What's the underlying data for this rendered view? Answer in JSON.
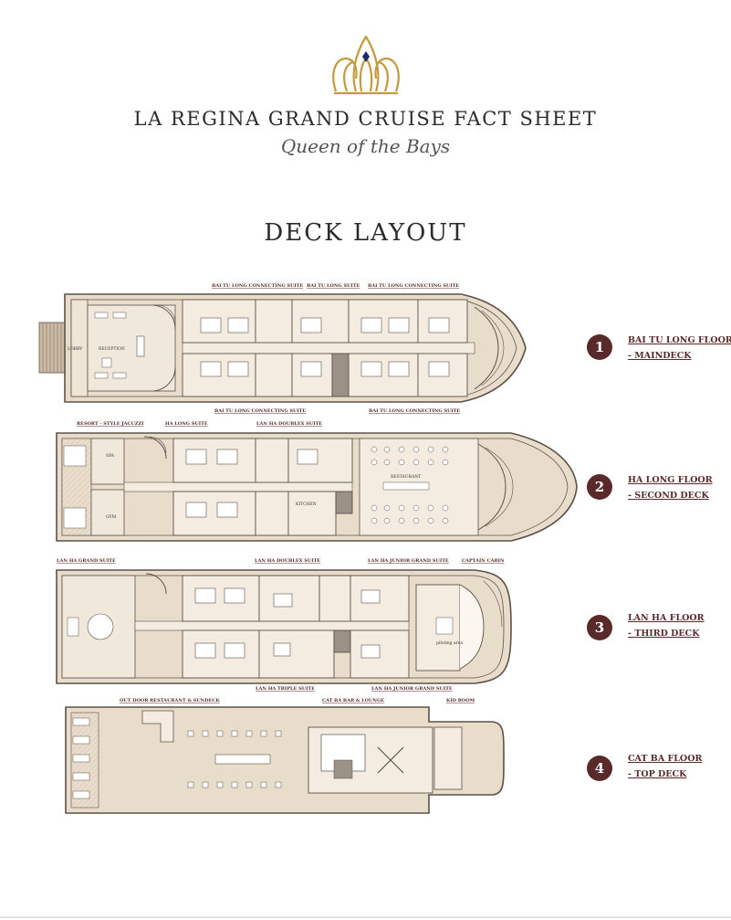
{
  "header": {
    "title": "LA REGINA GRAND CRUISE FACT SHEET",
    "tagline": "Queen of the Bays",
    "section": "DECK LAYOUT"
  },
  "colors": {
    "accent": "#5a2a2a",
    "gold": "#c49a3c",
    "hull": "#e8dccb",
    "line": "#5e5147"
  },
  "decks": [
    {
      "number": "1",
      "name": "BAI TU LONG FLOOR",
      "level": "- MAINDECK",
      "room_labels": [
        "BAI TU LONG CONNECTING SUITE",
        "BAI TU LONG  SUITE",
        "BAI TU LONG CONNECTING SUITE",
        "BAI TU LONG CONNECTING SUITE",
        "BAI TU LONG CONNECTING SUITE"
      ],
      "areas": [
        "LOBBY",
        "RECEPTION"
      ]
    },
    {
      "number": "2",
      "name": "HA LONG FLOOR",
      "level": "- SECOND DECK",
      "room_labels": [
        "RESORT - STYLE JACUZZI",
        "HA LONG SUITE",
        "LAN HA DOUBLEX SUITE"
      ],
      "areas": [
        "SPA",
        "GYM",
        "KITCHEN",
        "RESTAURANT"
      ]
    },
    {
      "number": "3",
      "name": "LAN HA FLOOR",
      "level": "- THIRD DECK",
      "room_labels": [
        "LAN HA GRAND SUITE",
        "LAN HA DOUBLEX SUITE",
        "LAN HA JUNIOR GRAND SUITE",
        "CAPTAIN CABIN",
        "LAN HA TRIPLE SUITE",
        "LAN HA JUNIOR GRAND SUITE"
      ],
      "areas": [
        "piloting area"
      ]
    },
    {
      "number": "4",
      "name": "CAT BA FLOOR",
      "level": "- TOP DECK",
      "room_labels": [
        "OUT DOOR RESTAURANT & SUNDECK",
        "CAT BA BAR & LOUNGE",
        "KID ROOM"
      ],
      "areas": []
    }
  ]
}
